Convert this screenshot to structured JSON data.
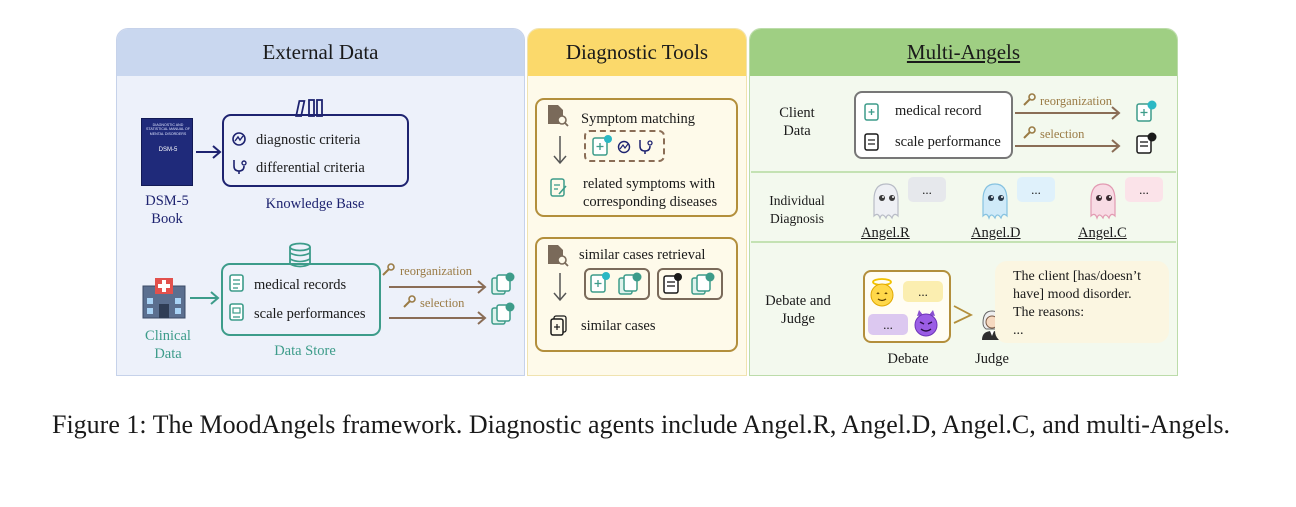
{
  "panels": {
    "external": {
      "title": "External Data",
      "dsm_label_line1": "DSM-5",
      "dsm_label_line2": "Book",
      "book_cover_title": "DIAGNOSTIC AND STATISTICAL MANUAL OF MENTAL DISORDERS",
      "book_cover_mark": "DSM-5",
      "kb_items": [
        "diagnostic criteria",
        "differential criteria"
      ],
      "kb_label": "Knowledge Base",
      "clinical_line1": "Clinical",
      "clinical_line2": "Data",
      "ds_items": [
        "medical records",
        "scale performances"
      ],
      "ds_label": "Data Store",
      "op_reorg": "reorganization",
      "op_select": "selection"
    },
    "tools": {
      "title": "Diagnostic Tools",
      "symptom_matching": "Symptom matching",
      "related_line1": "related symptoms with",
      "related_line2": "corresponding diseases",
      "similar_retrieval": "similar cases retrieval",
      "similar_cases": "similar cases"
    },
    "multi": {
      "title": "Multi-Angels",
      "client_line1": "Client",
      "client_line2": "Data",
      "record_items": [
        "medical record",
        "scale performance"
      ],
      "op_reorg": "reorganization",
      "op_select": "selection",
      "individual_line1": "Individual",
      "individual_line2": "Diagnosis",
      "angels": [
        "Angel.R",
        "Angel.D",
        "Angel.C"
      ],
      "ellipsis": "...",
      "debate_line1": "Debate and",
      "debate_line2": "Judge",
      "debate_label": "Debate",
      "judge_label": "Judge",
      "verdict_lines": [
        "The client [has/doesn’t",
        "have] mood disorder.",
        "The reasons:",
        "..."
      ]
    }
  },
  "colors": {
    "external_bg": "#edf1fa",
    "external_header": "#c9d7ef",
    "tools_bg": "#fefaea",
    "tools_header": "#fbd96b",
    "multi_bg": "#f3f9ee",
    "multi_header": "#9fcf83",
    "navy": "#1e2370",
    "teal": "#3d9c8a",
    "brown": "#9a7b45",
    "arrow_brown": "#8a6d56"
  },
  "caption": "Figure 1: The MoodAngels framework. Diagnostic agents include Angel.R, Angel.D, Angel.C, and multi-Angels."
}
